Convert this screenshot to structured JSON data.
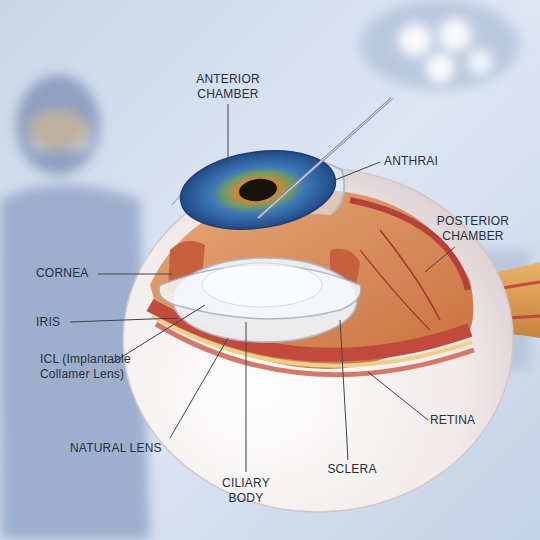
{
  "diagram": {
    "labels": [
      "ANTERIOR CHAMBER",
      "ANTHRAI",
      "POSTERIOR CHAMBER",
      "CORNEA",
      "IRIS",
      "ICL (Implantable Collamer Lens)",
      "NATURAL LENS",
      "CILIARY BODY",
      "SCLERA",
      "RETINA"
    ]
  }
}
